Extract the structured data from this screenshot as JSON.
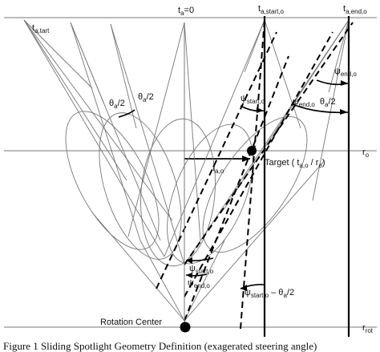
{
  "figure": {
    "labels": {
      "ta_start_main": "t",
      "ta_start_sub": "a,tart",
      "ta_zero_main": "t",
      "ta_zero_sub": "a",
      "ta_zero_tail": "=0",
      "ta_start_o_main": "t",
      "ta_start_o_sub": "a,start,o",
      "ta_end_o_main": "t",
      "ta_end_o_sub": "a,end,o",
      "theta_left_main": "θ",
      "theta_left_sub": "a",
      "theta_left_tail": "/2",
      "theta_right_main": "θ",
      "theta_right_sub": "a",
      "theta_right_tail": "/2",
      "psi_start_top_main": "ψ",
      "psi_start_top_sub": "start,o",
      "psi_end_top_main": "ψ",
      "psi_end_top_sub": "end,o",
      "psi_end_theta_main": "ψ",
      "psi_end_theta_sub": "end,o",
      "psi_end_theta_mid": "θ",
      "psi_end_theta_sub2": "a",
      "psi_end_theta_tail": "/2",
      "ro_main": "r",
      "ro_sub": "o",
      "target_text": "Target ( t",
      "target_sub1": "a,o",
      "target_mid": " / r",
      "target_sub2": "o",
      "target_tail": ")",
      "tao_main": "t",
      "tao_sub": "a,o",
      "psi_start_bottom_main": "ψ",
      "psi_start_bottom_sub": "start,o",
      "psi_end_bottom_main": "ψ",
      "psi_end_bottom_sub": "end,o",
      "psi_start_minus_main": "ψ",
      "psi_start_minus_sub": "start,o",
      "psi_start_minus_mid": " – θ",
      "psi_start_minus_sub2": "a",
      "psi_start_minus_tail": "/2",
      "rotation_center": "Rotation Center",
      "rrot_main": "r",
      "rrot_sub": "rot"
    },
    "caption": "Figure 1    Sliding Spotlight Geometry Definition (exagerated steering angle)"
  }
}
